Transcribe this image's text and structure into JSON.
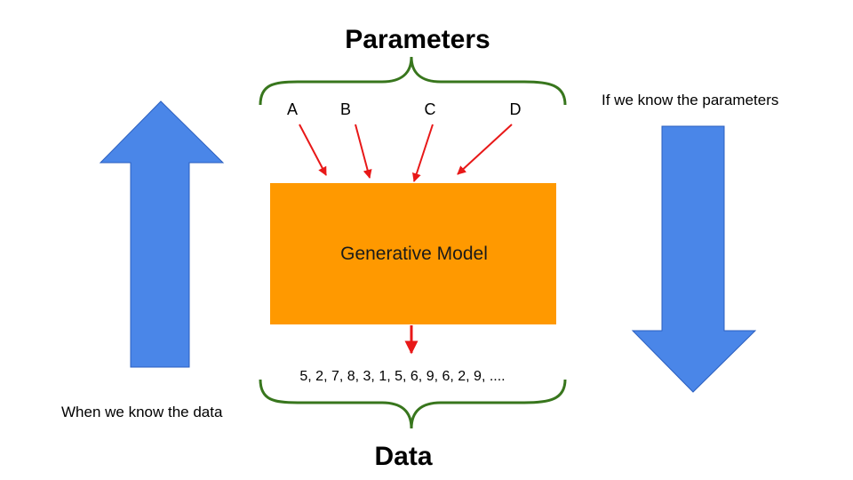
{
  "titles": {
    "top": "Parameters",
    "bottom": "Data"
  },
  "parameters": [
    "A",
    "B",
    "C",
    "D"
  ],
  "model": {
    "label": "Generative Model",
    "color": "#ff9900"
  },
  "data_sequence": "5, 2, 7, 8, 3, 1, 5, 6, 9, 6, 2, 9, ....",
  "side_labels": {
    "left": "When we know the data",
    "right": "If we know the parameters"
  },
  "colors": {
    "arrow_blue": "#4a86e8",
    "arrow_red": "#e81818",
    "brace_green": "#38761d"
  }
}
